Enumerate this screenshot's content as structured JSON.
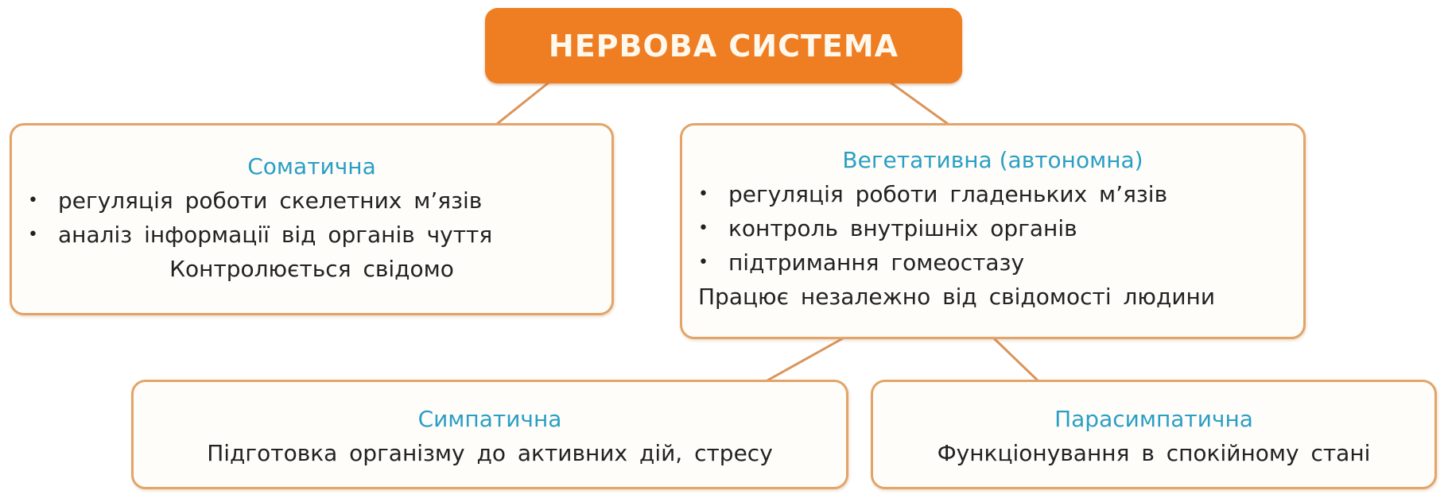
{
  "diagram": {
    "root": {
      "label": "НЕРВОВА СИСТЕМА"
    },
    "somatic": {
      "title": "Соматична",
      "items": [
        "регуляція роботи скелетних м’язів",
        "аналіз інформації від органів чуття"
      ],
      "note": "Контролюється свідомо"
    },
    "autonomic": {
      "title": "Вегетативна (автономна)",
      "items": [
        "регуляція роботи гладеньких м’язів",
        "контроль внутрішніх органів",
        "підтримання гомеостазу"
      ],
      "note": "Працює незалежно від свідомості людини"
    },
    "sympathetic": {
      "title": "Симпатична",
      "note": "Підготовка організму до активних дій, стресу"
    },
    "parasympathetic": {
      "title": "Парасимпатична",
      "note": "Функціонування в спокійному стані"
    }
  },
  "colors": {
    "root_fill": "#ef7d22",
    "box_border": "#e2a468",
    "title_text": "#2a9fc4",
    "connector": "#d9955a"
  }
}
